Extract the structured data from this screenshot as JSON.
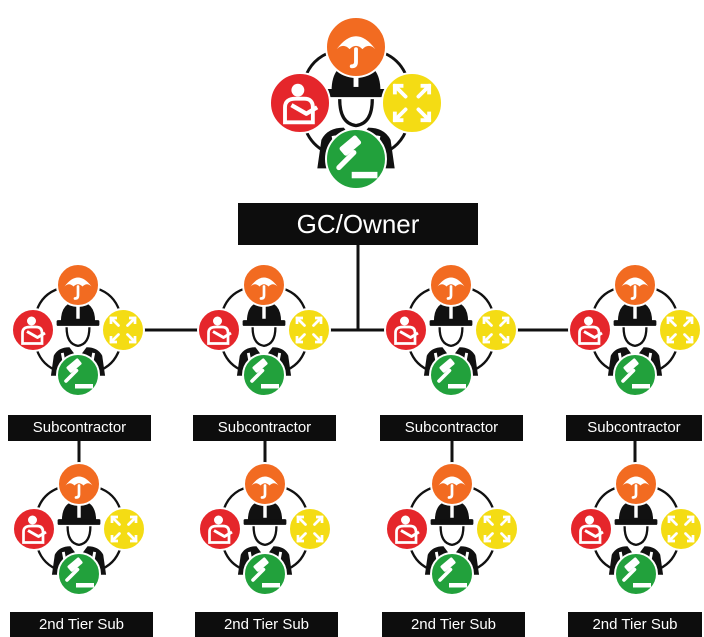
{
  "colors": {
    "orange": "#f26b21",
    "red": "#e5262b",
    "yellow": "#f4dc14",
    "green": "#22a13c",
    "ring_stroke": "#111111",
    "label_bg": "#0d0d0d",
    "label_text": "#ffffff"
  },
  "node_icons": {
    "center": "construction-worker-icon",
    "top": "umbrella-icon",
    "left": "injured-person-icon",
    "right": "expand-arrows-icon",
    "bottom": "gavel-icon"
  },
  "top_node": {
    "label": "GC/Owner"
  },
  "tier1": [
    {
      "label": "Subcontractor"
    },
    {
      "label": "Subcontractor"
    },
    {
      "label": "Subcontractor"
    },
    {
      "label": "Subcontractor"
    }
  ],
  "tier2": [
    {
      "label": "2nd Tier Sub"
    },
    {
      "label": "2nd Tier Sub"
    },
    {
      "label": "2nd Tier Sub"
    },
    {
      "label": "2nd Tier Sub"
    }
  ]
}
